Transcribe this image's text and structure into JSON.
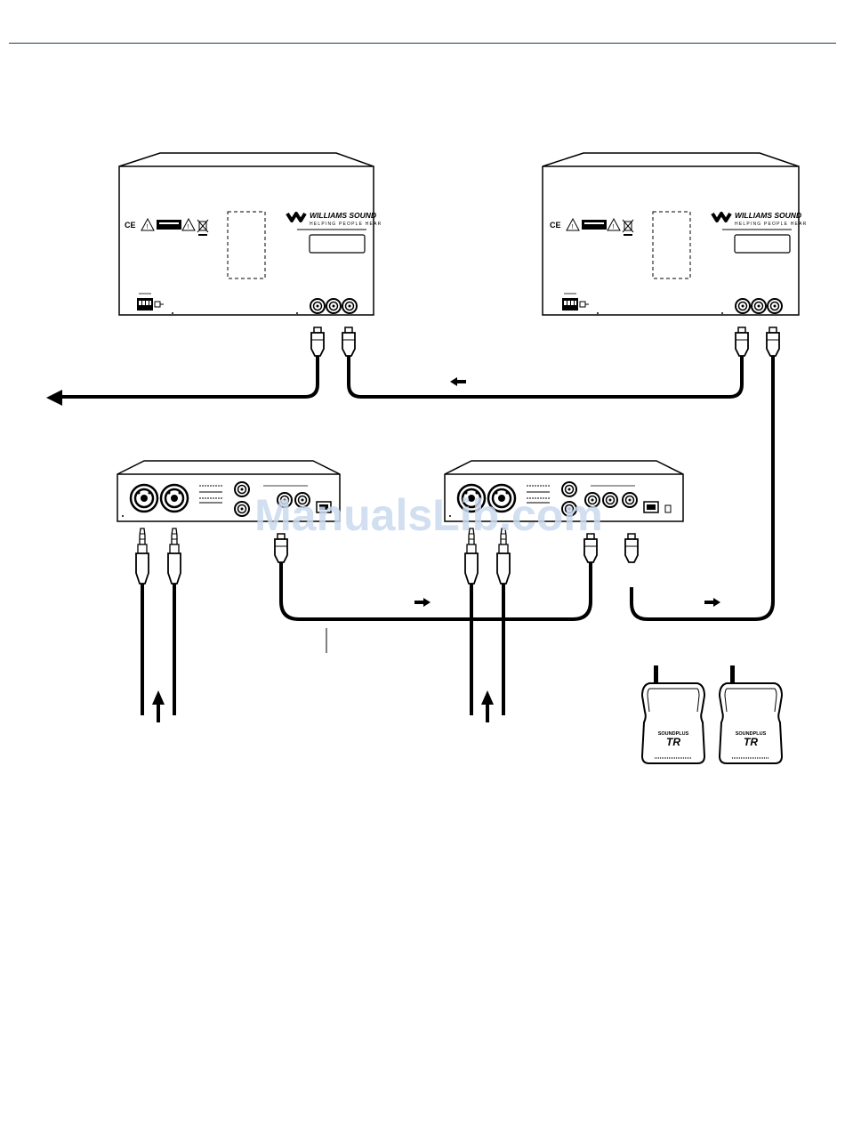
{
  "colors": {
    "rule": "#1f3a5f",
    "ink": "#000000",
    "watermark": "#c9d9ee"
  },
  "transmitter_left": {
    "logo_brand": "WILLIAMS SOUND",
    "logo_tagline": "HELPING PEOPLE HEAR",
    "ce_mark": "CE"
  },
  "transmitter_right": {
    "logo_brand": "WILLIAMS SOUND",
    "logo_tagline": "HELPING PEOPLE HEAR",
    "ce_mark": "CE"
  },
  "receiver_left": {
    "brand_line": "SOUNDPLUS",
    "model": "TR"
  },
  "receiver_right": {
    "brand_line": "SOUNDPLUS",
    "model": "TR"
  },
  "watermark": {
    "text": "ManualsLib.com"
  },
  "icons": {
    "warning": "warning-triangle-icon",
    "bin": "weee-bin-icon",
    "arrow": "signal-direction-arrow-icon",
    "logo": "williams-sound-logo-icon"
  }
}
